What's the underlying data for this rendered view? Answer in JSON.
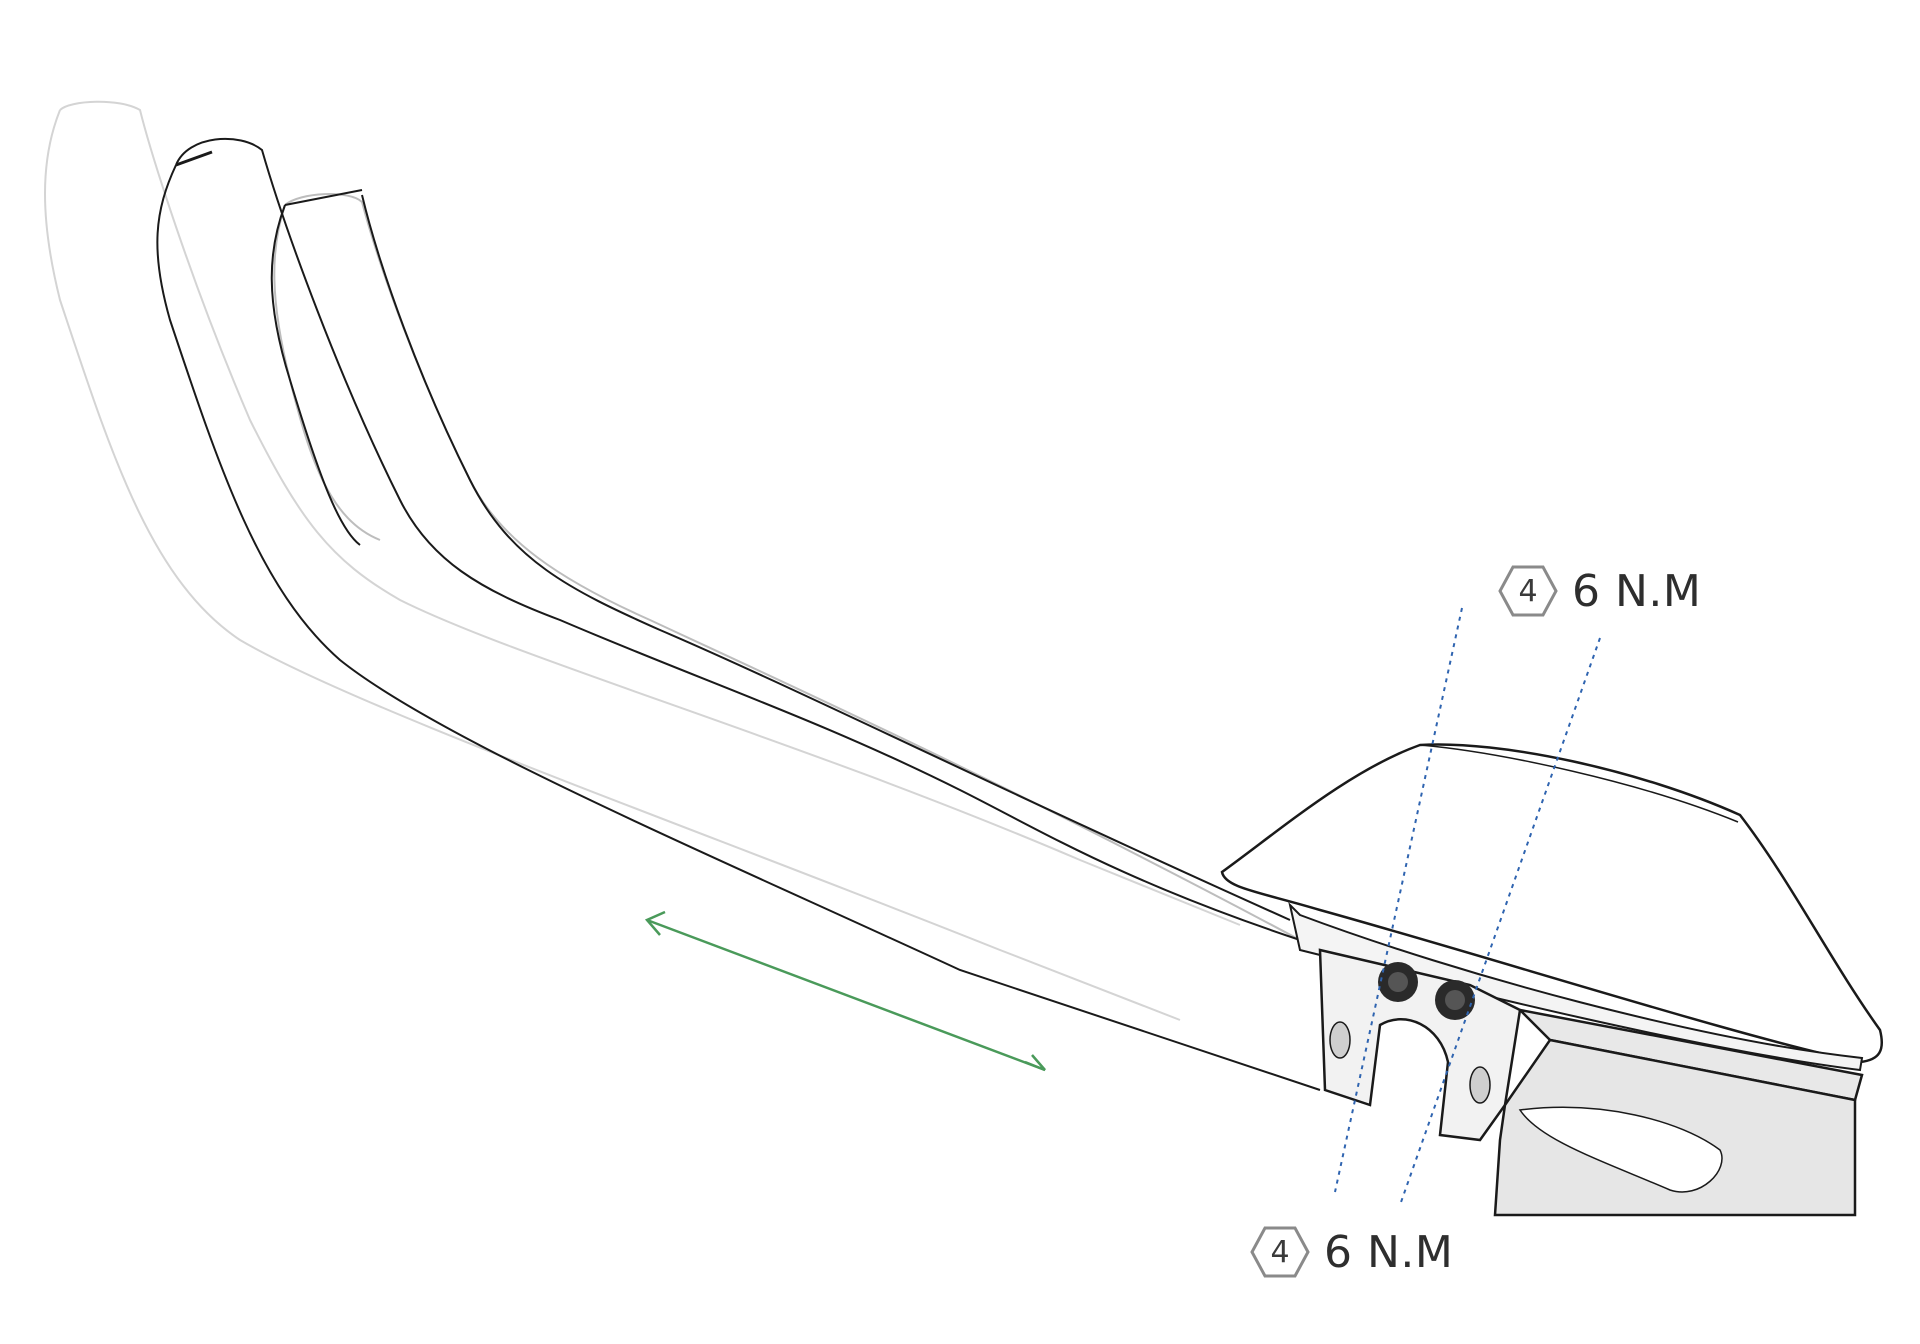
{
  "labels": {
    "top": {
      "tool_size": "4",
      "torque": "6 N.M"
    },
    "bottom": {
      "tool_size": "4",
      "torque": "6 N.M"
    }
  },
  "colors": {
    "outline": "#1a1a1a",
    "ghost_outline": "#c8c8c8",
    "axis_line": "#2f64b0",
    "adjust_arrow": "#4a9a5a",
    "hex_icon": "#8a8a8a"
  },
  "icons": {
    "tool_size": "hex-key-icon",
    "adjust": "double-arrow-icon"
  }
}
